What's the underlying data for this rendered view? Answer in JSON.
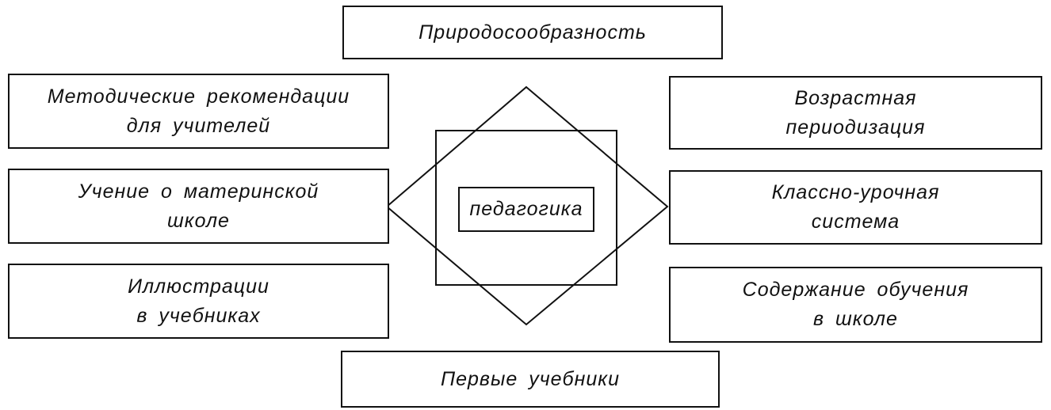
{
  "diagram": {
    "center": {
      "label": "педагогика"
    },
    "top": {
      "label": "Природосообразность"
    },
    "bottom": {
      "label": "Первые учебники"
    },
    "left": [
      {
        "label": "Методические рекомендации\nдля учителей"
      },
      {
        "label": "Учение о материнской\nшколе"
      },
      {
        "label": "Иллюстрации\nв учебниках"
      }
    ],
    "right": [
      {
        "label": "Возрастная\nпериодизация"
      },
      {
        "label": "Классно-урочная\nсистема"
      },
      {
        "label": "Содержание обучения\nв школе"
      }
    ]
  }
}
